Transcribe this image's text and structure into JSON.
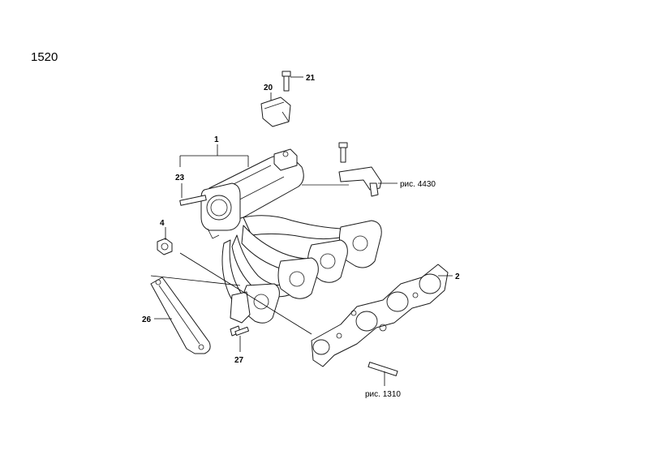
{
  "page_number": "1520",
  "callouts": {
    "c1": "1",
    "c2": "2",
    "c4": "4",
    "c20": "20",
    "c21": "21",
    "c23": "23",
    "c26": "26",
    "c27": "27"
  },
  "references": {
    "r4430": "рис. 4430",
    "r1310": "рис. 1310"
  }
}
